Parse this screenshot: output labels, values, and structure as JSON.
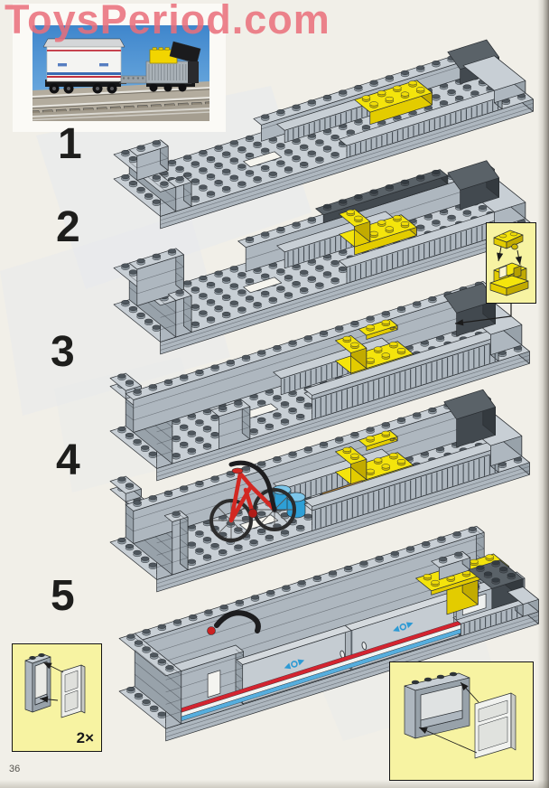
{
  "watermark": {
    "text": "ToysPeriod.com",
    "color": "#ea6e7a"
  },
  "page_number": "36",
  "steps": [
    {
      "label": "1"
    },
    {
      "label": "2"
    },
    {
      "label": "3"
    },
    {
      "label": "4"
    },
    {
      "label": "5"
    }
  ],
  "callouts": {
    "clip_subassembly": {},
    "door_frame": {
      "quantity_label": "2×"
    },
    "window_assembly": {}
  },
  "photo": {
    "subject": "completed train wagon on track"
  },
  "colors": {
    "paper": "#f1efe8",
    "lego_gray_top": "#c8cfd5",
    "lego_gray_front": "#aeb7bf",
    "lego_gray_side": "#98a2aa",
    "lego_dark_gray": "#42494f",
    "lego_yellow": "#f4e40c",
    "bike_red": "#d22822",
    "cargo_blue": "#2e9fd6",
    "case_brown": "#8a5f26",
    "door_stripe_red": "#d42430",
    "door_stripe_blue": "#56aede",
    "logo_blue": "#2d9ad4",
    "callout_bg": "#f7f3a2",
    "photo_sky": "#4a8fd4"
  }
}
